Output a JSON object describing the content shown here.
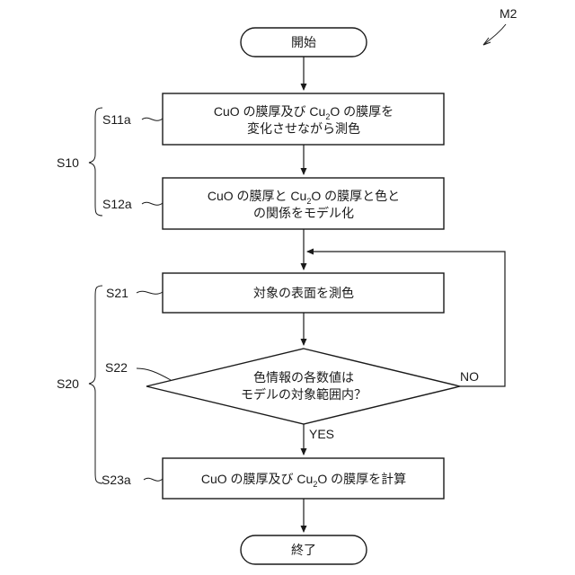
{
  "figure_id": "M2",
  "start": "開始",
  "end": "終了",
  "s11a": {
    "label": "S11a",
    "line1_pre": "CuO の膜厚及び Cu",
    "line1_sub": "2",
    "line1_post": "O の膜厚を",
    "line2": "変化させながら測色"
  },
  "s12a": {
    "label": "S12a",
    "line1_pre": "CuO の膜厚と Cu",
    "line1_sub": "2",
    "line1_post": "O の膜厚と色と",
    "line2": "の関係をモデル化"
  },
  "s10": {
    "label": "S10"
  },
  "s21": {
    "label": "S21",
    "text": "対象の表面を測色"
  },
  "s22": {
    "label": "S22",
    "line1": "色情報の各数値は",
    "line2": "モデルの対象範囲内？"
  },
  "s20": {
    "label": "S20"
  },
  "branch": {
    "no": "NO",
    "yes": "YES"
  },
  "s23a": {
    "label": "S23a",
    "text_pre": "CuO の膜厚及び Cu",
    "text_sub": "2",
    "text_post": "O の膜厚を計算"
  }
}
